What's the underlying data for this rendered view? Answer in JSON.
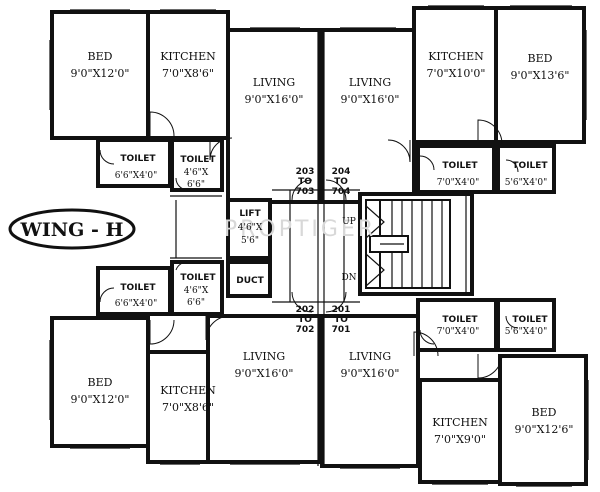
{
  "wing_label": "WING - H",
  "watermark": "PROPTIGER",
  "stairs": {
    "up": "UP",
    "down": "DN"
  },
  "rooms": {
    "tl_bed": {
      "name": "BED",
      "size": "9'0\"X12'0\""
    },
    "tl_kitchen": {
      "name": "KITCHEN",
      "size": "7'0\"X8'6\""
    },
    "tl_living": {
      "name": "LIVING",
      "size": "9'0\"X16'0\""
    },
    "tl_toilet": {
      "name": "TOILET",
      "size": "6'6\"X4'0\""
    },
    "tl_toilet2": {
      "name": "TOILET",
      "size1": "4'6\"X",
      "size2": "6'6\""
    },
    "tr_living": {
      "name": "LIVING",
      "size": "9'0\"X16'0\""
    },
    "tr_kitchen": {
      "name": "KITCHEN",
      "size": "7'0\"X10'0\""
    },
    "tr_bed": {
      "name": "BED",
      "size": "9'0\"X13'6\""
    },
    "tr_toilet": {
      "name": "TOILET",
      "size": "7'0\"X4'0\""
    },
    "tr_toilet2": {
      "name": "TOILET",
      "size": "5'6\"X4'0\""
    },
    "lift": {
      "name": "LIFT",
      "size1": "4'6\"X",
      "size2": "5'6\""
    },
    "duct": {
      "name": "DUCT"
    },
    "bl_toilet": {
      "name": "TOILET",
      "size": "6'6\"X4'0\""
    },
    "bl_toilet2": {
      "name": "TOILET",
      "size1": "4'6\"X",
      "size2": "6'6\""
    },
    "bl_bed": {
      "name": "BED",
      "size": "9'0\"X12'0\""
    },
    "bl_kitchen": {
      "name": "KITCHEN",
      "size": "7'0\"X8'6\""
    },
    "bl_living": {
      "name": "LIVING",
      "size": "9'0\"X16'0\""
    },
    "br_living": {
      "name": "LIVING",
      "size": "9'0\"X16'0\""
    },
    "br_toilet": {
      "name": "TOILET",
      "size": "7'0\"X4'0\""
    },
    "br_toilet2": {
      "name": "TOILET",
      "size": "5'6\"X4'0\""
    },
    "br_kitchen": {
      "name": "KITCHEN",
      "size": "7'0\"X9'0\""
    },
    "br_bed": {
      "name": "BED",
      "size": "9'0\"X12'6\""
    }
  },
  "units": {
    "u203": {
      "a": "203",
      "to": "TO",
      "b": "703"
    },
    "u204": {
      "a": "204",
      "to": "TO",
      "b": "704"
    },
    "u202": {
      "a": "202",
      "to": "TO",
      "b": "702"
    },
    "u201": {
      "a": "201",
      "to": "TO",
      "b": "701"
    }
  }
}
